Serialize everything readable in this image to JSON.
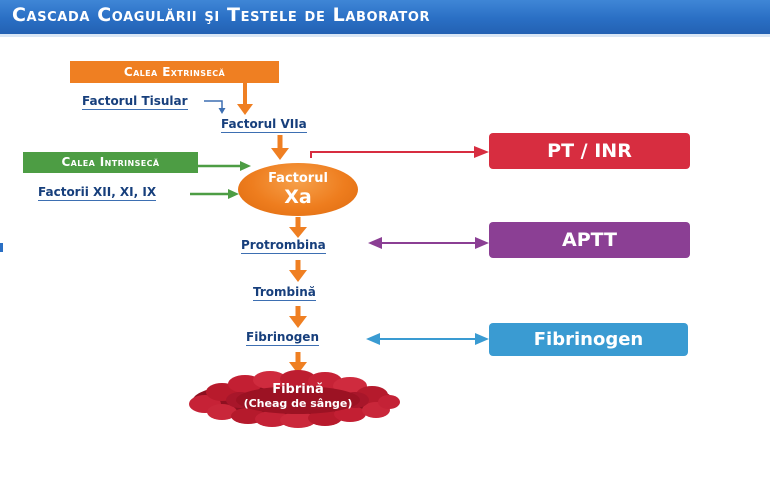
{
  "header": {
    "title": "Cascada Coagulării şi Testele de Laborator"
  },
  "diagram": {
    "extrinsic_pathway": "Calea Extrinsecă",
    "tissue_factor": "Factorul Tisular",
    "factor_viia": "Factorul VIIa",
    "intrinsic_pathway": "Calea Intrinsecă",
    "intrinsic_factors": "Factorii XII, XI, IX",
    "factor_xa_line1": "Factorul",
    "factor_xa_line2": "Xa",
    "prothrombin": "Protrombina",
    "thrombin": "Trombină",
    "fibrinogen": "Fibrinogen",
    "fibrin": "Fibrină",
    "fibrin_note": "(Cheag de sânge)"
  },
  "tests": {
    "pt_inr": "PT / INR",
    "aptt": "APTT",
    "fibrinogen": "Fibrinogen"
  },
  "colors": {
    "header_blue": "#2a6fc4",
    "orange": "#ef7f22",
    "green": "#4d9d44",
    "red": "#d72d40",
    "purple": "#8b3f94",
    "light_blue": "#3a9bd2",
    "label_navy": "#173f7c",
    "clot_red": "#b3182a"
  }
}
